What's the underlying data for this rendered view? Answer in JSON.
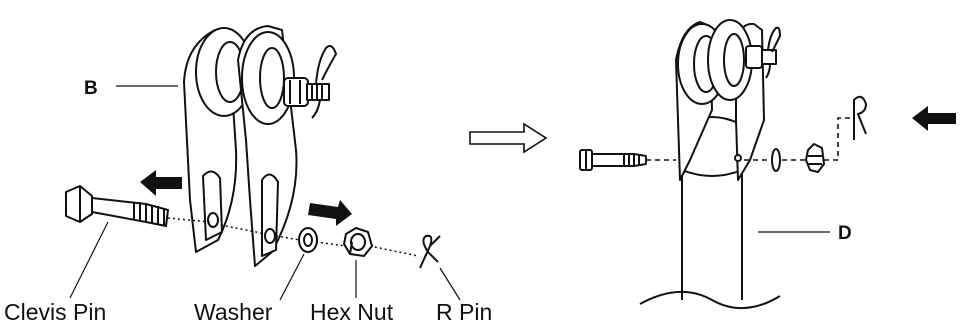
{
  "callouts": {
    "b": "B",
    "d": "D"
  },
  "part_labels": {
    "clevis_pin": "Clevis Pin",
    "washer": "Washer",
    "hex_nut": "Hex Nut",
    "r_pin": "R Pin"
  },
  "colors": {
    "ink": "#111111",
    "paper": "#ffffff",
    "shade": "#d9d9d9"
  },
  "icons": {
    "step_arrow": "hollow-right-arrow-icon",
    "pin_direction": "solid-left-arrow-icon",
    "nut_direction": "solid-right-arrow-icon"
  }
}
